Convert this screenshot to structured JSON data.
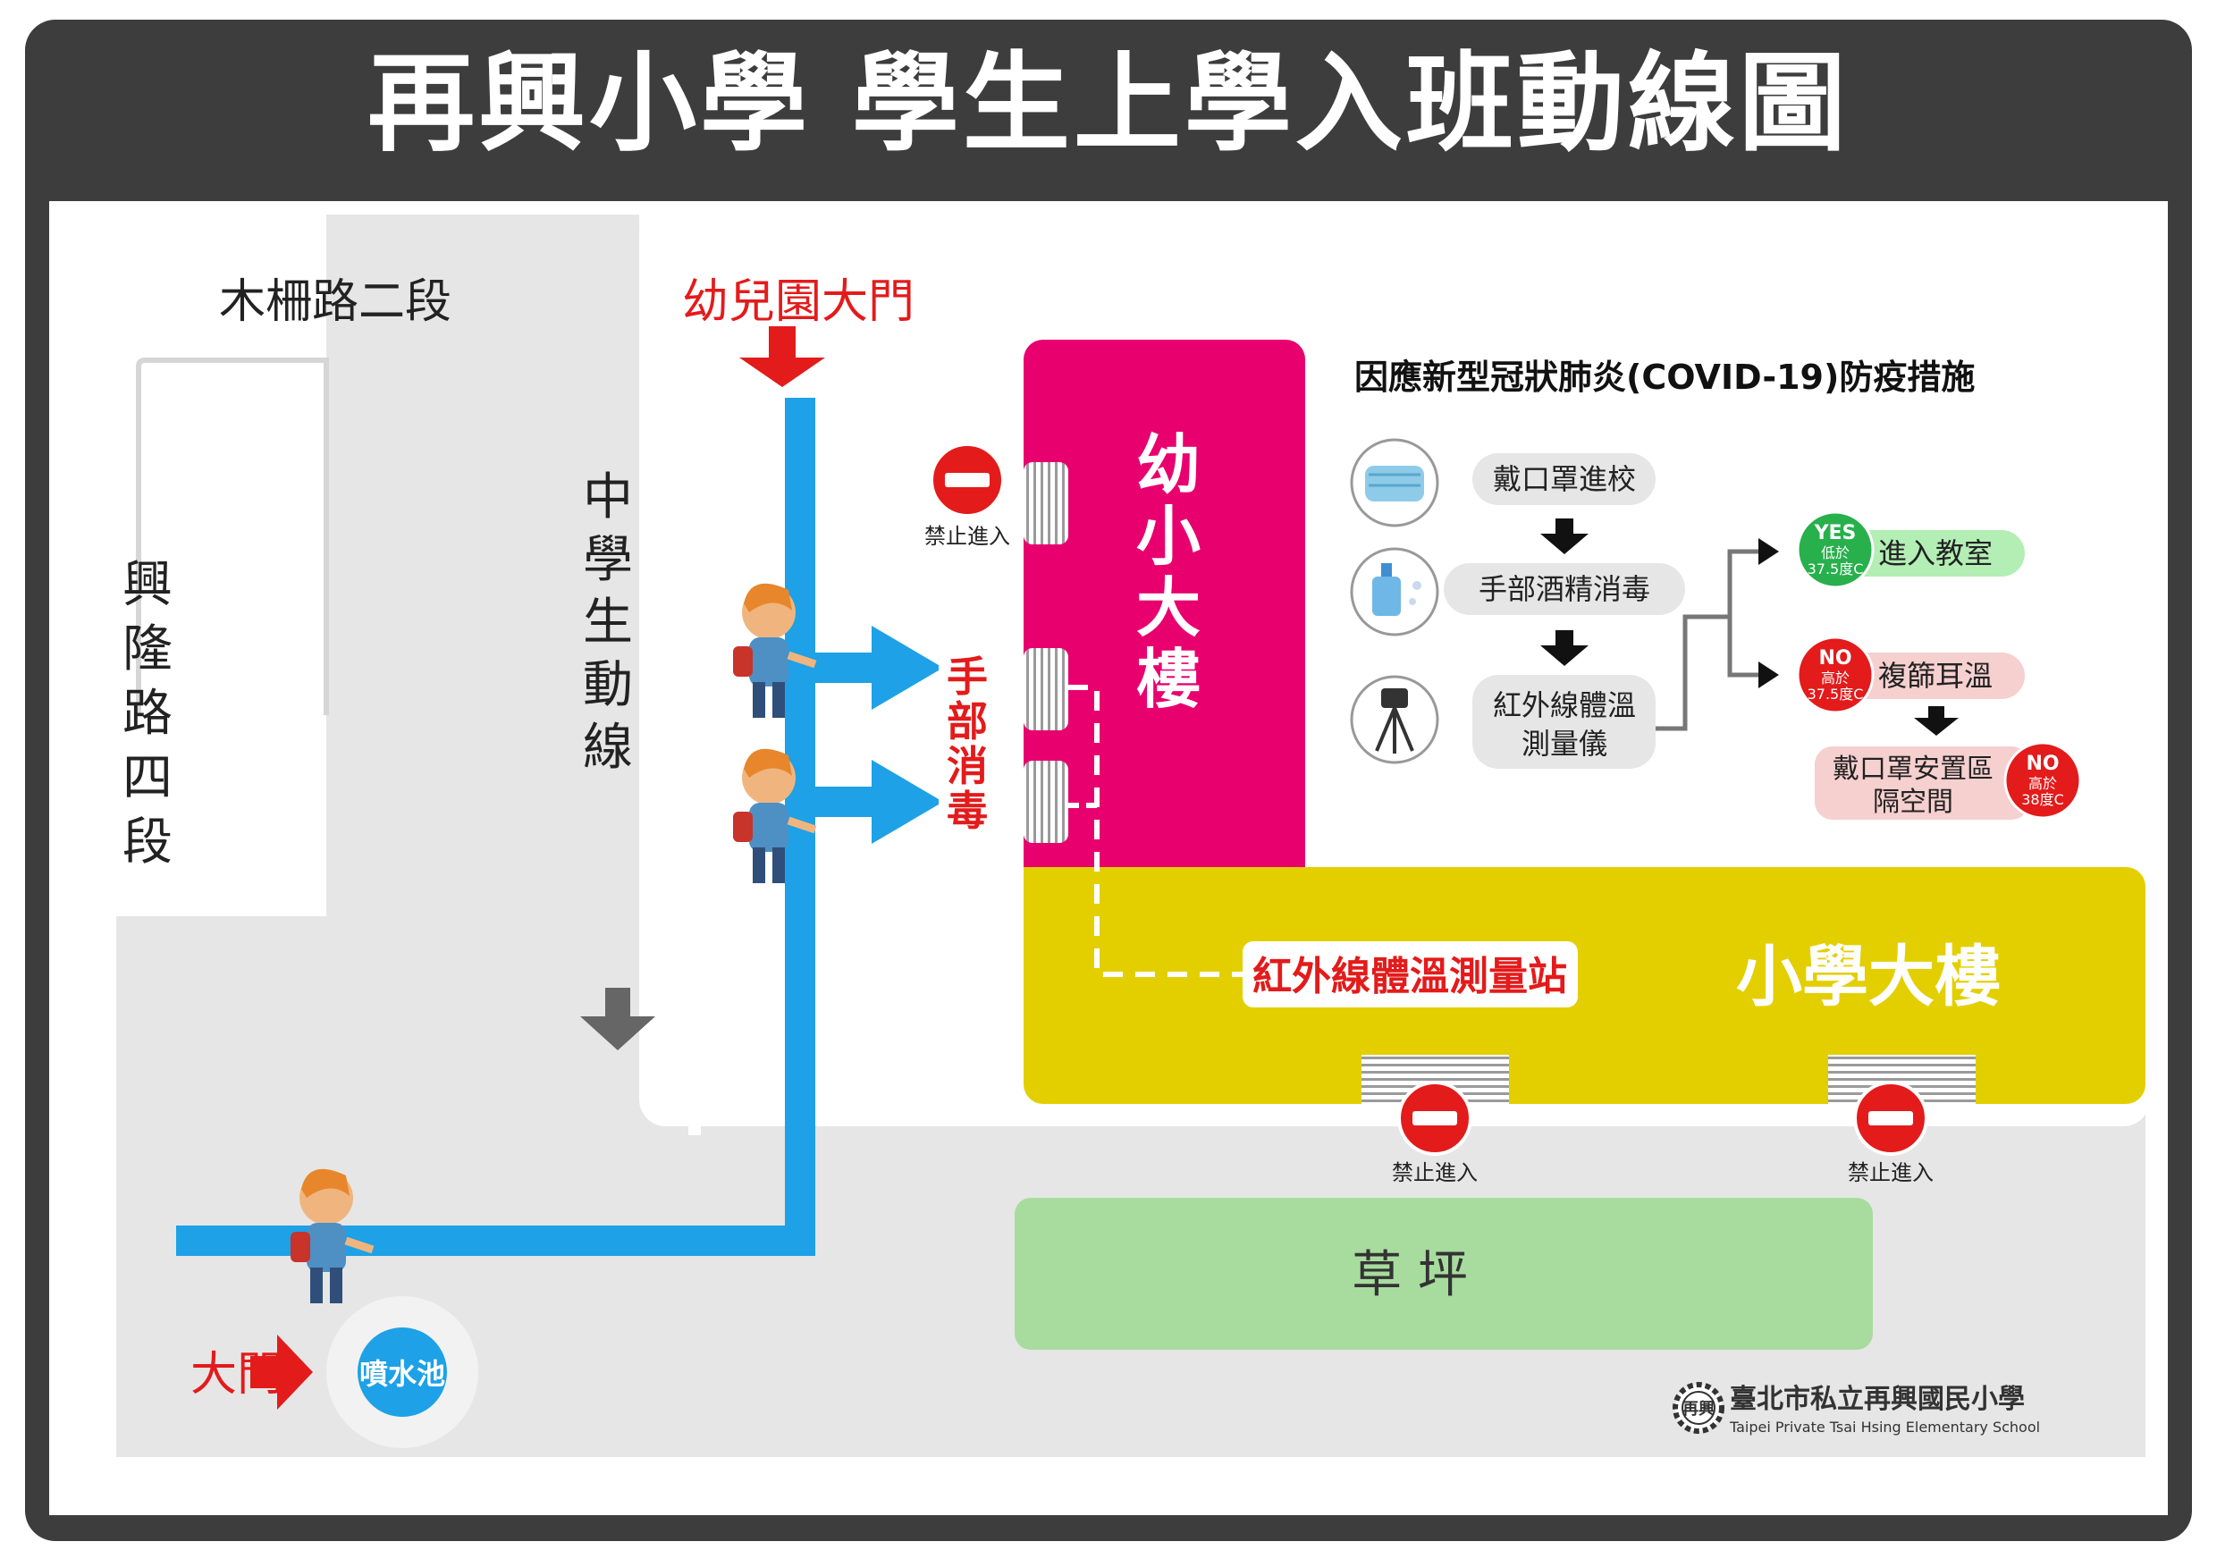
{
  "title": "再興小學 學生上學入班動線圖",
  "roads": {
    "north": "木柵路二段",
    "west": [
      "興",
      "隆",
      "路",
      "四",
      "段"
    ]
  },
  "gates": {
    "kindergarten": "幼兒園大門",
    "main": "大門"
  },
  "middle_school_route": [
    "中",
    "學",
    "生",
    "動",
    "線"
  ],
  "fountain": "噴水池",
  "sanitize": [
    "手",
    "部",
    "消",
    "毒"
  ],
  "buildings": {
    "kindergarten": [
      "幼",
      "小",
      "大",
      "樓"
    ],
    "elementary": "小學大樓",
    "lawn": "草 坪"
  },
  "temp_station": "紅外線體溫測量站",
  "no_entry": "禁止進入",
  "covid": {
    "heading": "因應新型冠狀肺炎(COVID-19)防疫措施",
    "step1": "戴口罩進校",
    "step2": "手部酒精消毒",
    "step3_line1": "紅外線體溫",
    "step3_line2": "測量儀",
    "yes_label": "YES",
    "yes_sub1": "低於",
    "yes_sub2": "37.5度C",
    "yes_action": "進入教室",
    "no_label": "NO",
    "no_sub1": "高於",
    "no_sub2": "37.5度C",
    "no_action": "複篩耳溫",
    "isolation_line1": "戴口罩安置區",
    "isolation_line2": "隔空間",
    "no2_label": "NO",
    "no2_sub1": "高於",
    "no2_sub2": "38度C"
  },
  "school": {
    "badge": "再興",
    "name": "臺北市私立再興國民小學",
    "name_en": "Taipei Private Tsai Hsing Elementary School"
  },
  "colors": {
    "route": "#1ea1e6",
    "kindergarten_building": "#e8006f",
    "elementary_building": "#e3cf00",
    "lawn": "#a8dc9e",
    "road": "#e6e6e6",
    "red": "#e31b1b",
    "green": "#27b04b"
  }
}
